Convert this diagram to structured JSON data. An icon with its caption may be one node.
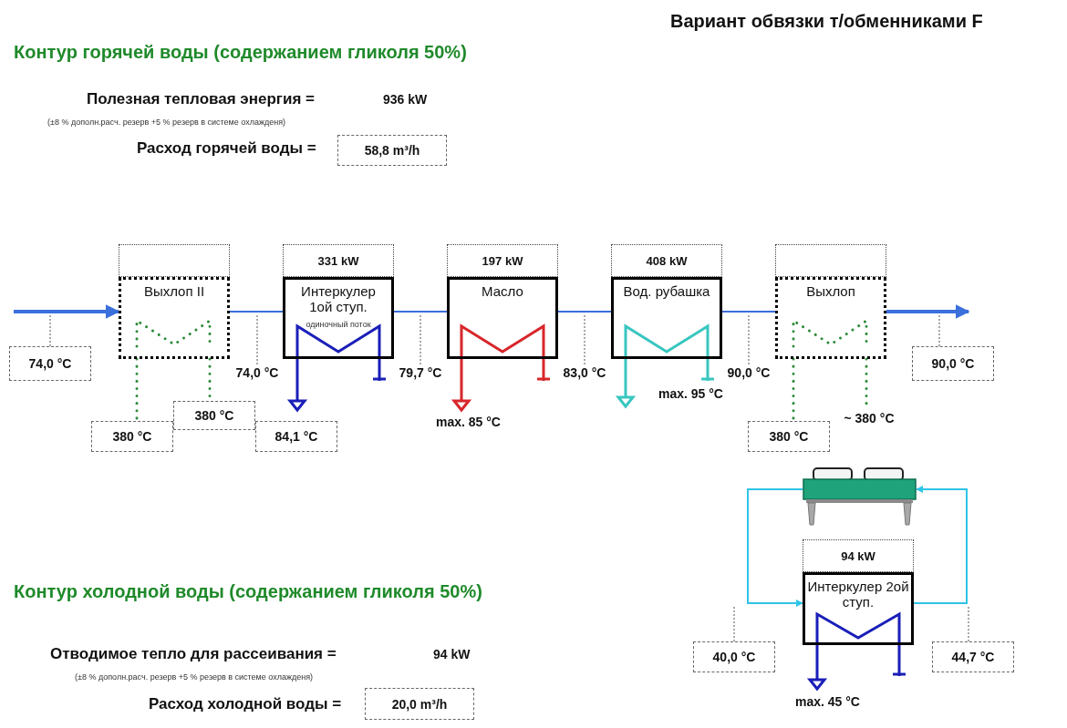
{
  "diagram": {
    "title": "Вариант обвязки т/обменниками F",
    "nodes": [
      {
        "text": [
          "58,8 m³/h"
        ]
      },
      {
        "text": [],
        "shape": "box"
      },
      {
        "text": [
          "331 kW"
        ]
      },
      {
        "text": [
          "197 kW"
        ]
      },
      {
        "text": [
          "408 kW"
        ]
      },
      {
        "text": [],
        "shape": "box"
      },
      {
        "text": [
          "Выхлоп II"
        ]
      },
      {
        "text": [
          "Интеркулер 1ой ступ.",
          "одиночный поток"
        ]
      },
      {
        "text": [
          "Масло"
        ]
      },
      {
        "text": [
          "Вод. рубашка"
        ]
      },
      {
        "text": [
          "Выхлоп"
        ]
      },
      {
        "text": [
          "74,0 °C"
        ]
      },
      {
        "text": [
          "74,0 °C"
        ]
      },
      {
        "text": [
          "79,7 °C"
        ]
      },
      {
        "text": [
          "83,0 °C"
        ]
      },
      {
        "text": [
          "90,0 °C"
        ]
      },
      {
        "text": [
          "90,0 °C"
        ]
      },
      {
        "text": [
          "380 °C"
        ]
      },
      {
        "text": [
          "380 °C"
        ]
      },
      {
        "text": [
          "84,1 °C"
        ]
      },
      {
        "text": [
          "~ 380 °C"
        ]
      },
      {
        "text": [
          "380 °C"
        ]
      },
      {
        "text": [],
        "shape": "picture"
      },
      {
        "text": [
          "94 kW"
        ]
      },
      {
        "text": [
          "Интеркулер 2ой ступ."
        ]
      },
      {
        "text": [
          "40,0 °C"
        ]
      },
      {
        "text": [
          "44,7 °C"
        ]
      },
      {
        "text": [
          "20,0 m³/h"
        ]
      }
    ],
    "edges": [
      {
        "from": null,
        "to": 6,
        "arrow": "to",
        "style": "thick",
        "color": "#3a6fdc"
      },
      {
        "from": 6,
        "to": 7,
        "arrow": "none",
        "color": "#3a6fdc"
      },
      {
        "from": 7,
        "to": 8,
        "arrow": "none",
        "color": "#3a6fdc"
      },
      {
        "from": 8,
        "to": 9,
        "arrow": "none",
        "color": "#3a6fdc"
      },
      {
        "from": 9,
        "to": 10,
        "arrow": "none",
        "color": "#3a6fdc"
      },
      {
        "from": 10,
        "to": null,
        "arrow": "to",
        "style": "thick",
        "color": "#3a6fdc"
      },
      {
        "from": 6,
        "to": 18,
        "arrow": "none",
        "style": "dashed",
        "color": "#2e8b3a"
      },
      {
        "from": 6,
        "to": 17,
        "arrow": "none",
        "style": "dashed",
        "color": "#2e8b3a"
      },
      {
        "from": 10,
        "to": 21,
        "arrow": "none",
        "style": "dashed",
        "color": "#2e8b3a"
      },
      {
        "from": 10,
        "to": 20,
        "arrow": "none",
        "style": "dashed",
        "color": "#2e8b3a"
      },
      {
        "from": 11,
        "to": null,
        "arrow": "none",
        "style": "dashed"
      },
      {
        "from": 12,
        "to": null,
        "arrow": "none",
        "style": "dashed"
      },
      {
        "from": 13,
        "to": null,
        "arrow": "none",
        "style": "dashed"
      },
      {
        "from": 14,
        "to": null,
        "arrow": "none",
        "style": "dashed"
      },
      {
        "from": 15,
        "to": null,
        "arrow": "none",
        "style": "dashed"
      },
      {
        "from": 16,
        "to": null,
        "arrow": "none",
        "style": "dashed"
      },
      {
        "from": 22,
        "to": 24,
        "arrow": "to",
        "color": "#2ec4e6"
      },
      {
        "from": 24,
        "to": 22,
        "arrow": "to",
        "color": "#2ec4e6"
      },
      {
        "from": 25,
        "to": null,
        "arrow": "none",
        "style": "dashed"
      },
      {
        "from": 26,
        "to": null,
        "arrow": "none",
        "style": "dashed"
      }
    ],
    "labels": [
      "Контур горячей воды (содержанием гликоля 50%)",
      "Полезная тепловая энергия =",
      "936 kW",
      "(±8 % дополн.расч. резерв +5 % резерв в системе охлажденя)",
      "Расход горячей воды =",
      "max. 85 °C",
      "max. 95 °C",
      "Контур холодной воды (содержанием гликоля 50%)",
      "Отводимое тепло для рассеивания =",
      "94 kW",
      "(±8 % дополн.расч. резерв +5 % резерв в системе охлажденя)",
      "Расход холодной воды =",
      "max. 45 °C"
    ]
  }
}
